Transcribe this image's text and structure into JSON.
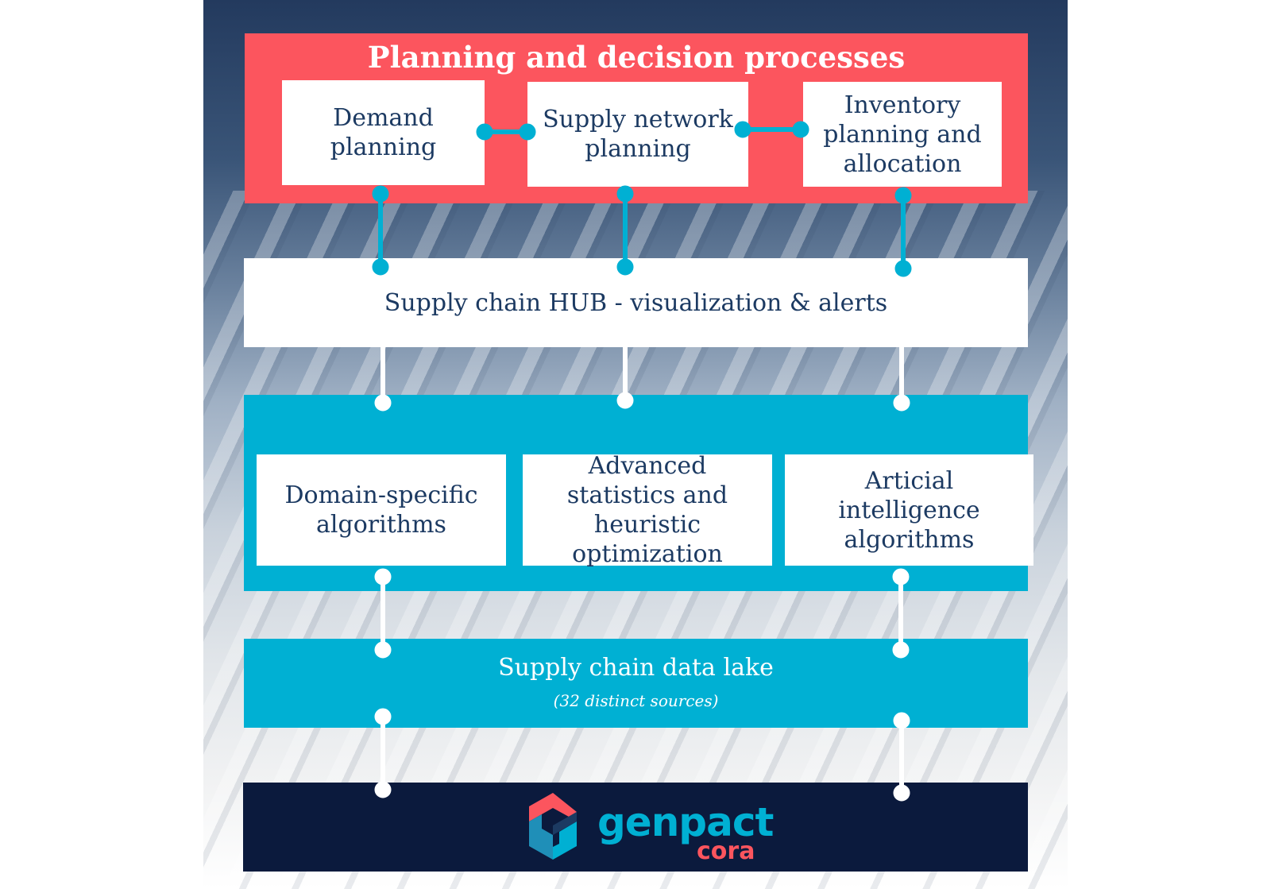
{
  "top": {
    "title": "Planning and decision processes",
    "boxes": [
      "Demand planning",
      "Supply network planning",
      "Inventory planning and allocation"
    ]
  },
  "hub": {
    "label": "Supply chain HUB - visualization & alerts"
  },
  "analytics": {
    "boxes": [
      "Domain-specific algorithms",
      "Advanced statistics and heuristic optimization",
      "Articial intelligence algorithms"
    ]
  },
  "lake": {
    "title": "Supply chain data lake",
    "subtitle": "(32 distinct sources)"
  },
  "logo": {
    "name": "genpact",
    "product": "cora"
  },
  "colors": {
    "red": "#fc555e",
    "cyan": "#00b0d3",
    "navy": "#0b1a3d",
    "text": "#1c3a62"
  }
}
